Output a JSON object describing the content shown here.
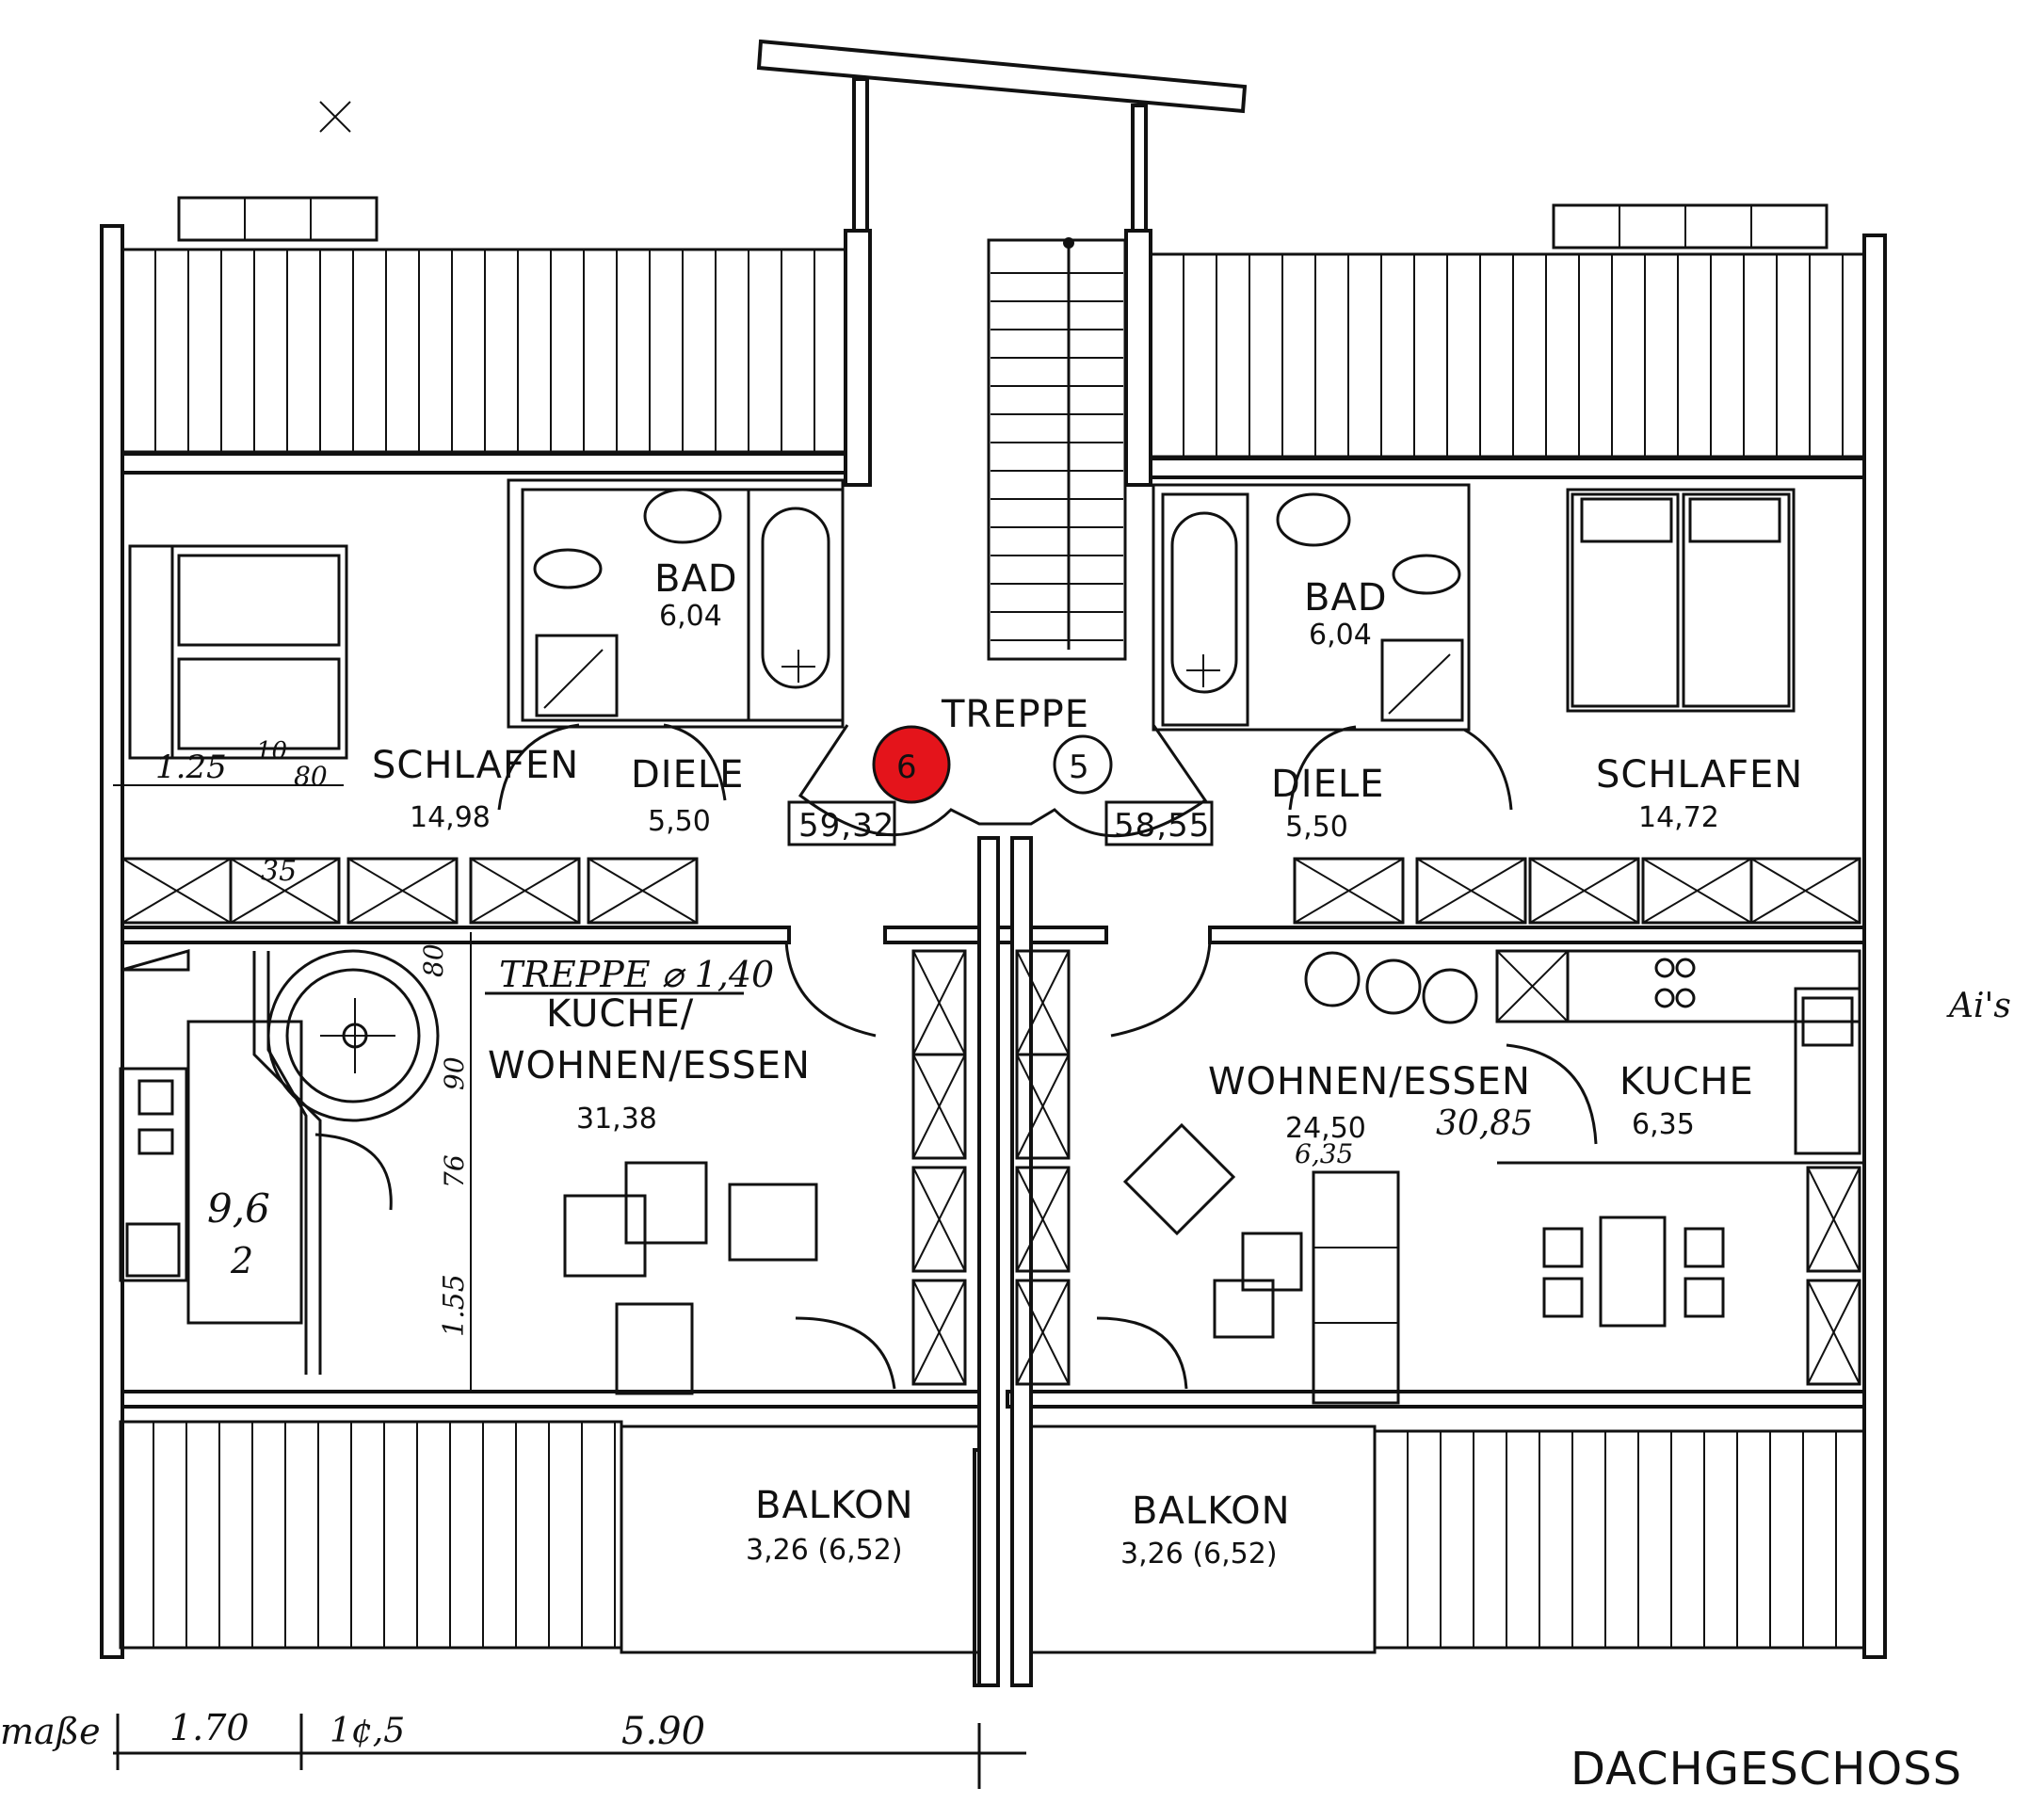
{
  "plan": {
    "title": "DACHGESCHOSS",
    "stair_label": "TREPPE",
    "unit_left": {
      "number": "6",
      "total_area": "59,32",
      "bad": {
        "name": "BAD",
        "area": "6,04"
      },
      "diele": {
        "name": "DIELE",
        "area": "5,50"
      },
      "schlafen": {
        "name": "SCHLAFEN",
        "area": "14,98"
      },
      "wohnen": {
        "name_line1": "KUCHE/",
        "name_line2": "WOHNEN/ESSEN",
        "area": "31,38"
      },
      "balkon": {
        "name": "BALKON",
        "area": "3,26 (6,52)"
      }
    },
    "unit_right": {
      "number": "5",
      "total_area": "58,55",
      "bad": {
        "name": "BAD",
        "area": "6,04"
      },
      "diele": {
        "name": "DIELE",
        "area": "5,50"
      },
      "schlafen": {
        "name": "SCHLAFEN",
        "area": "14,72"
      },
      "wohnen": {
        "name": "WOHNEN/ESSEN",
        "area": "24,50"
      },
      "kuche": {
        "name": "KUCHE",
        "area": "6,35"
      },
      "balkon": {
        "name": "BALKON",
        "area": "3,26 (6,52)"
      }
    }
  },
  "annotations": {
    "spiral_stair": "TREPPE ⌀ 1,40",
    "dim_125": "1.25",
    "dim_10": "10",
    "dim_80": "80",
    "dim_35": "35",
    "dim_80v": "80",
    "dim_90": "90",
    "dim_76": "76",
    "dim_155": "1.55",
    "kitchen_area_line1": "9,6",
    "kitchen_area_line2": "2",
    "area_note": "30,85",
    "area_note2": "6,35",
    "bottom_prefix": "maße",
    "bottom_dim1": "1.70",
    "bottom_dim2": "1¢,5",
    "bottom_dim3": "5.90",
    "margin_note": "Ai's"
  },
  "colors": {
    "unit_marker": "#e4141b",
    "ink": "#111111"
  }
}
